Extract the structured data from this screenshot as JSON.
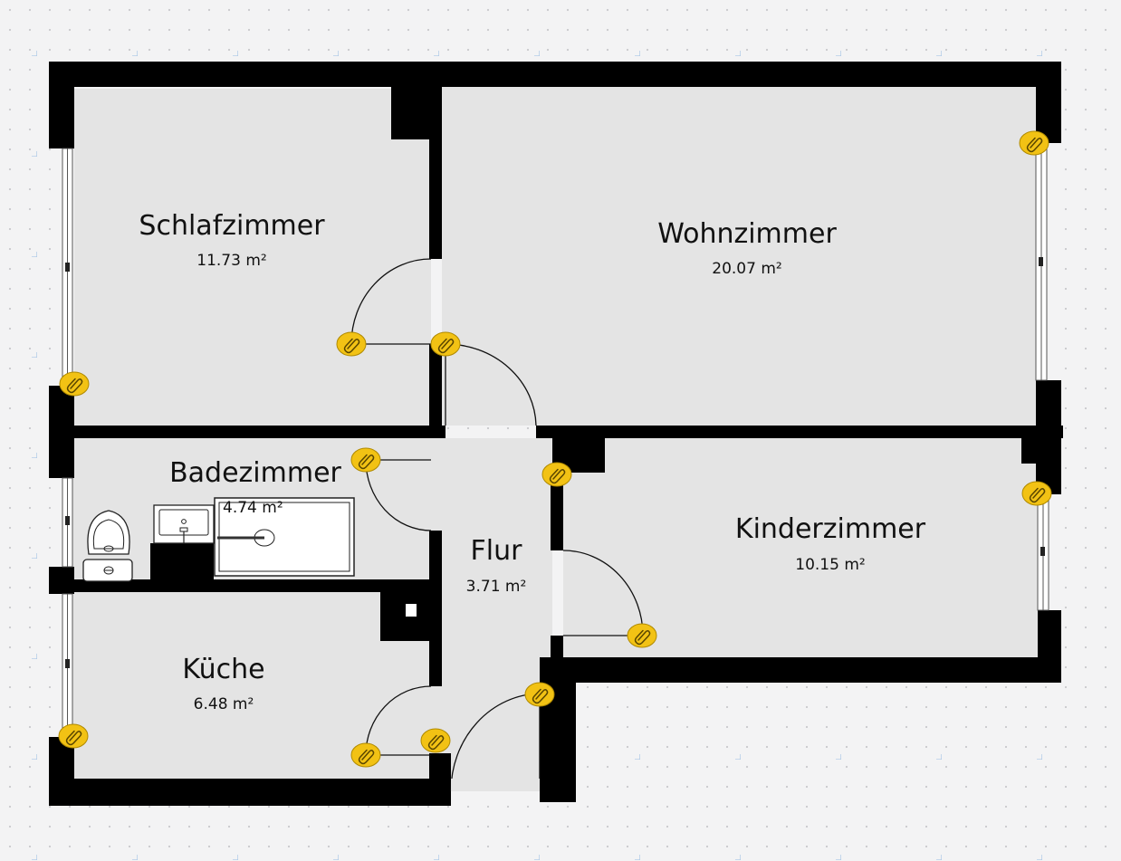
{
  "floorplan": {
    "rooms": [
      {
        "id": "schlafzimmer",
        "name": "Schlafzimmer",
        "area": "11.73 m²"
      },
      {
        "id": "wohnzimmer",
        "name": "Wohnzimmer",
        "area": "20.07 m²"
      },
      {
        "id": "badezimmer",
        "name": "Badezimmer",
        "area": "4.74 m²"
      },
      {
        "id": "flur",
        "name": "Flur",
        "area": "3.71 m²"
      },
      {
        "id": "kinderzimmer",
        "name": "Kinderzimmer",
        "area": "10.15 m²"
      },
      {
        "id": "kueche",
        "name": "Küche",
        "area": "6.48 m²"
      }
    ],
    "colors": {
      "background": "#f3f3f4",
      "floor": "#e4e4e4",
      "wall": "#000000",
      "pin": "#f2c214",
      "pin_border": "#b08a00",
      "grid_dot": "#c9c9cc",
      "grid_cross": "#a9c6e6"
    },
    "icons": {
      "pin": "paperclip-icon",
      "toilet": "toilet-icon",
      "sink": "sink-icon",
      "shower": "shower-tray-icon"
    }
  }
}
